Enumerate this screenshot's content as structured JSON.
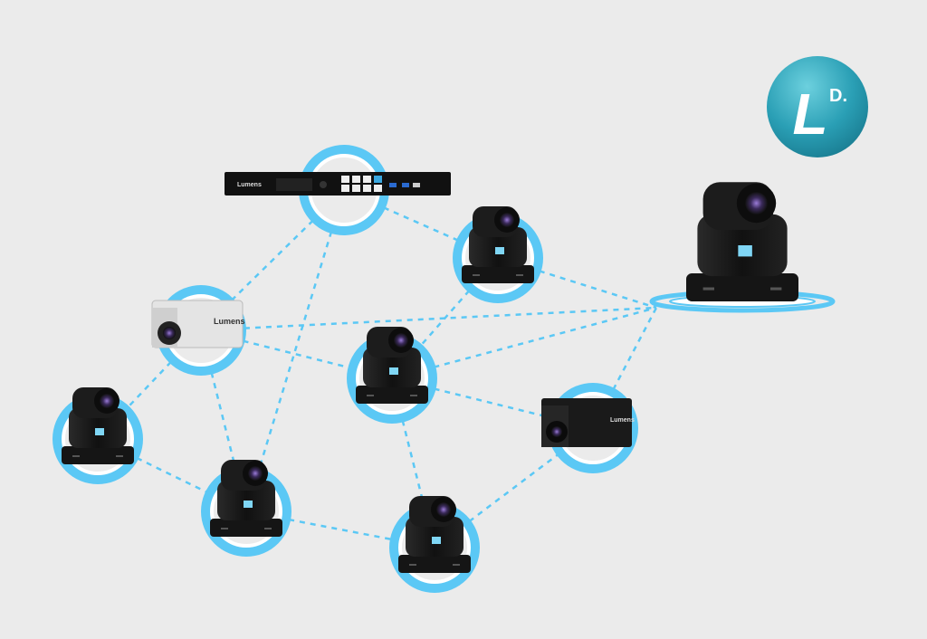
{
  "brand": {
    "logo_letter": "L",
    "logo_suffix": "D.",
    "device_label": "Lumens"
  },
  "colors": {
    "background": "#ebebeb",
    "ring": "#5bc8f5",
    "ring_inner": "#ffffff",
    "link": "#5bc8f5",
    "logo": "#2a9fb5",
    "device": "#1a1a1a"
  },
  "nodes": [
    {
      "id": "recorder",
      "type": "recorder"
    },
    {
      "id": "ptz-top",
      "type": "ptz"
    },
    {
      "id": "box-white",
      "type": "box-camera-white"
    },
    {
      "id": "ptz-center",
      "type": "ptz"
    },
    {
      "id": "ptz-left",
      "type": "ptz"
    },
    {
      "id": "ptz-lower-left",
      "type": "ptz"
    },
    {
      "id": "ptz-bottom",
      "type": "ptz"
    },
    {
      "id": "box-black",
      "type": "box-camera-black"
    },
    {
      "id": "hub",
      "type": "ptz-large"
    }
  ],
  "links": [
    [
      "recorder",
      "ptz-top"
    ],
    [
      "recorder",
      "box-white"
    ],
    [
      "recorder",
      "ptz-lower-left"
    ],
    [
      "box-white",
      "ptz-left"
    ],
    [
      "box-white",
      "ptz-lower-left"
    ],
    [
      "box-white",
      "ptz-center"
    ],
    [
      "box-white",
      "hub"
    ],
    [
      "ptz-top",
      "hub"
    ],
    [
      "ptz-top",
      "ptz-center"
    ],
    [
      "ptz-center",
      "hub"
    ],
    [
      "ptz-center",
      "box-black"
    ],
    [
      "ptz-center",
      "ptz-bottom"
    ],
    [
      "ptz-left",
      "ptz-lower-left"
    ],
    [
      "ptz-lower-left",
      "ptz-bottom"
    ],
    [
      "ptz-bottom",
      "box-black"
    ],
    [
      "box-black",
      "hub"
    ]
  ]
}
